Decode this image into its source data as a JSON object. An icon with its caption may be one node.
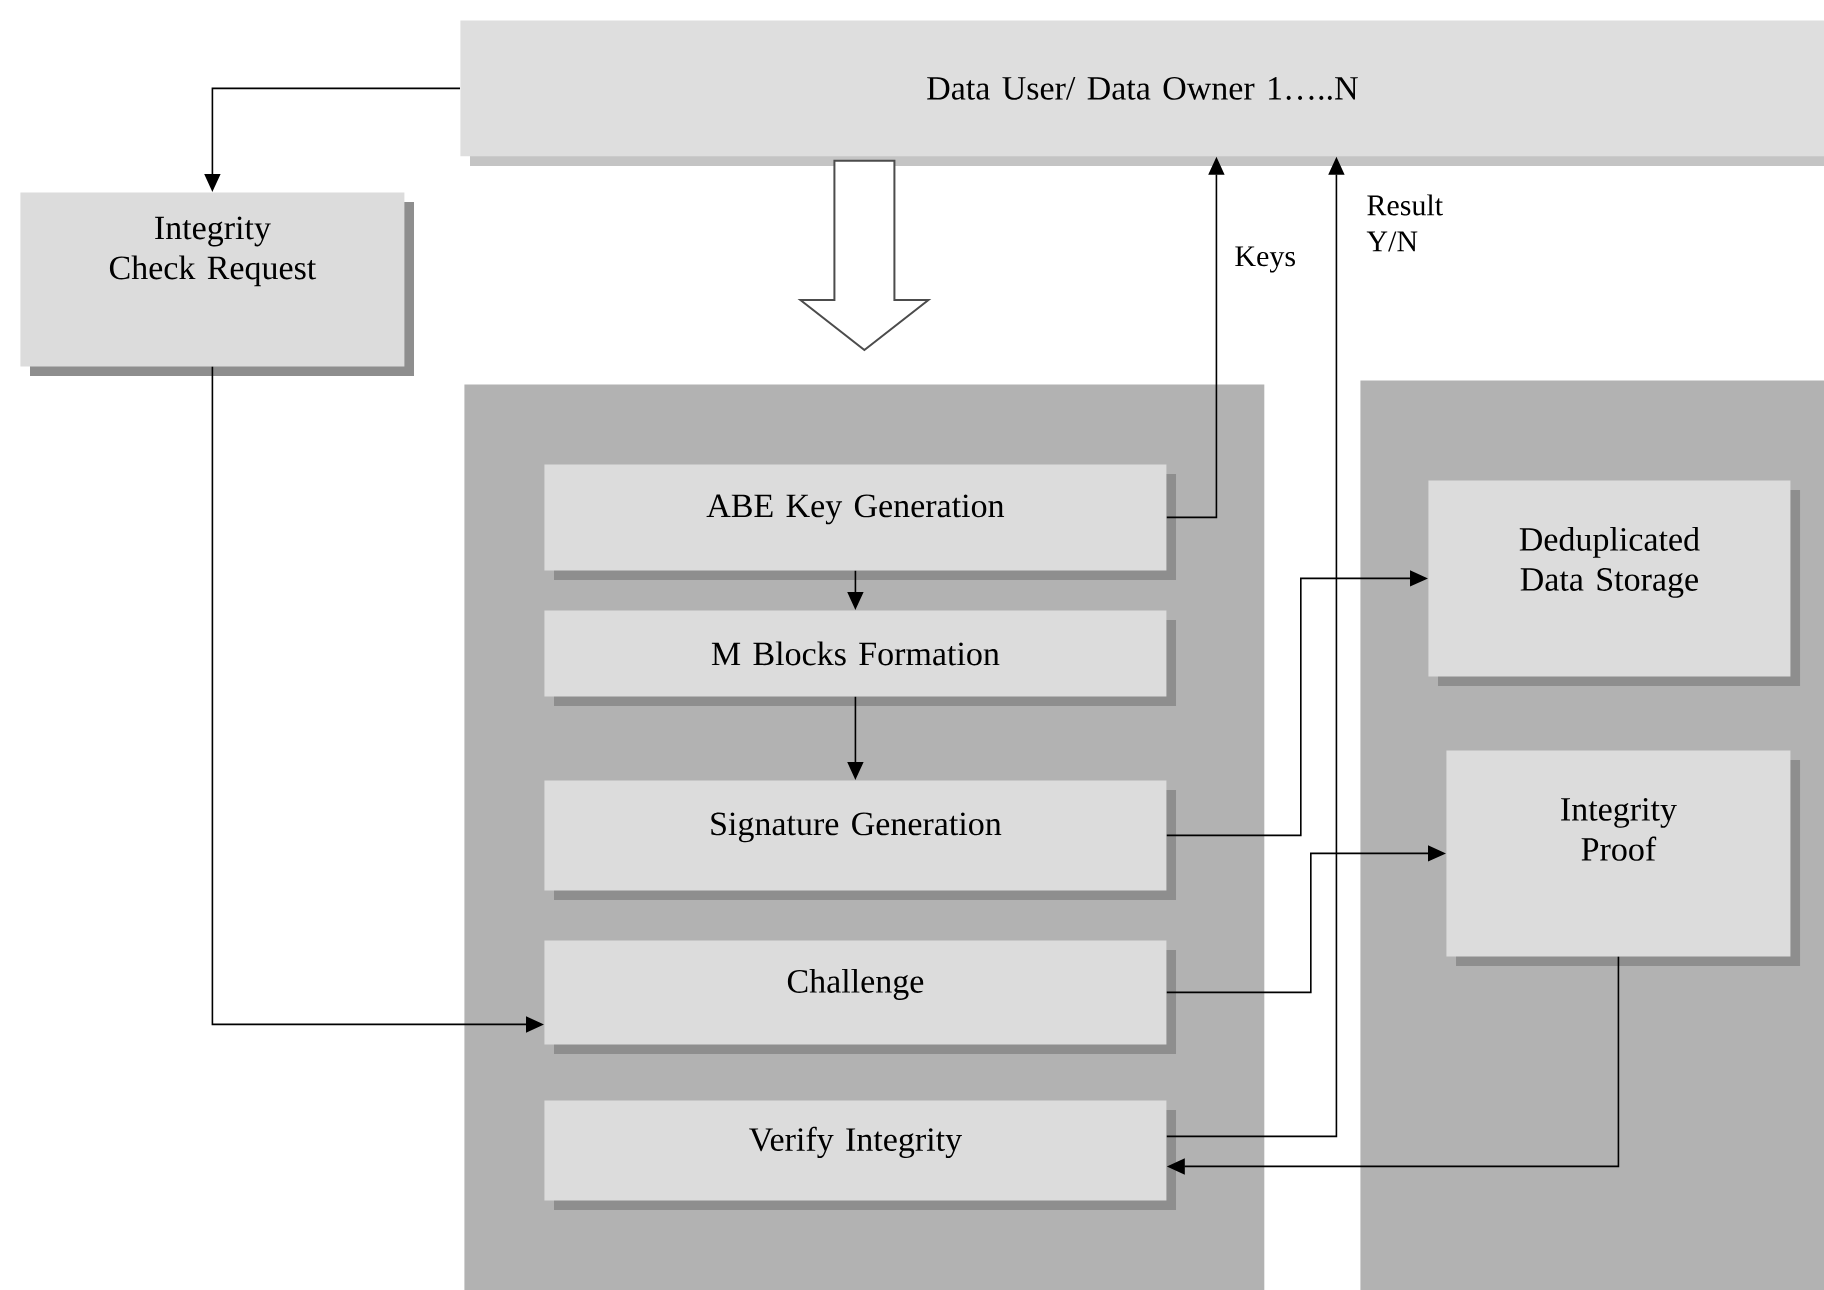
{
  "diagram": {
    "nodes": [
      {
        "text": [
          "Data User/ Data Owner 1…..N"
        ]
      },
      {
        "text": [
          "Integrity Check Request"
        ]
      },
      {
        "text": [],
        "shape": "box"
      },
      {
        "text": [],
        "shape": "box"
      },
      {
        "text": [
          "ABE Key Generation"
        ],
        "in": 2
      },
      {
        "text": [
          "M Blocks Formation"
        ],
        "in": 2
      },
      {
        "text": [
          "Signature Generation"
        ],
        "in": 2
      },
      {
        "text": [
          "Challenge"
        ],
        "in": 2
      },
      {
        "text": [
          "Verify Integrity"
        ],
        "in": 2
      },
      {
        "text": [
          "Deduplicated Data Storage"
        ],
        "in": 3
      },
      {
        "text": [
          "Integrity Proof"
        ],
        "in": 3
      }
    ],
    "edges": [
      {
        "from": 0,
        "to": 1,
        "arrow": "to"
      },
      {
        "from": 0,
        "to": 2,
        "arrow": "to",
        "style": "thick"
      },
      {
        "from": 4,
        "to": 0,
        "arrow": "to",
        "label": "Keys"
      },
      {
        "from": 4,
        "to": 5,
        "arrow": "to"
      },
      {
        "from": 5,
        "to": 6,
        "arrow": "to"
      },
      {
        "from": 1,
        "to": 7,
        "arrow": "to"
      },
      {
        "from": 6,
        "to": 9,
        "arrow": "to"
      },
      {
        "from": 7,
        "to": 10,
        "arrow": "to"
      },
      {
        "from": 8,
        "to": 0,
        "arrow": "to",
        "label": "Result Y/N"
      },
      {
        "from": 10,
        "to": 8,
        "arrow": "to"
      }
    ]
  }
}
